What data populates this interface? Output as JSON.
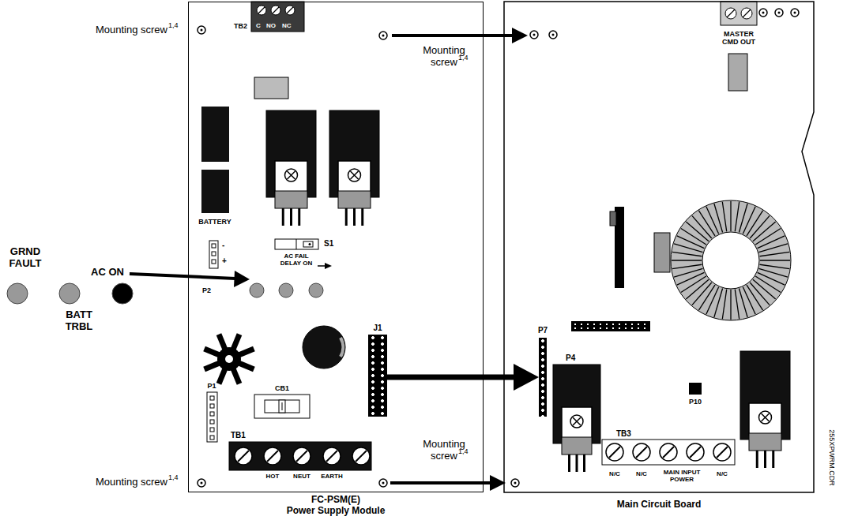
{
  "diagram": {
    "nodes": [
      {
        "text": [
          "FC-PSM(E)",
          "Power Supply Module"
        ]
      },
      {
        "text": [
          "J1"
        ],
        "in": 0
      },
      {
        "text": [
          "Main Circuit Board"
        ]
      },
      {
        "text": [
          "P7"
        ],
        "in": 2
      }
    ],
    "edges": [
      {
        "from": 1,
        "to": 3,
        "arrow": "to"
      }
    ],
    "labels": [
      "Mounting screw",
      "1,4",
      "Mounting screw",
      "1,4",
      "Mounting screw",
      "1,4",
      "Mounting screw",
      "1,4",
      "TB2",
      "C",
      "NO",
      "NC",
      "BATTERY",
      "P2",
      "-",
      "+",
      "S1",
      "AC FAIL DELAY ON",
      "GRND FAULT",
      "BATT TRBL",
      "AC ON",
      "P1",
      "CB1",
      "TB1",
      "HOT",
      "NEUT",
      "EARTH",
      "MASTER CMD OUT",
      "P4",
      "TB3",
      "N/C",
      "N/C",
      "MAIN INPUT POWER",
      "N/C",
      "P10",
      "255XPWRM.CDR"
    ]
  }
}
